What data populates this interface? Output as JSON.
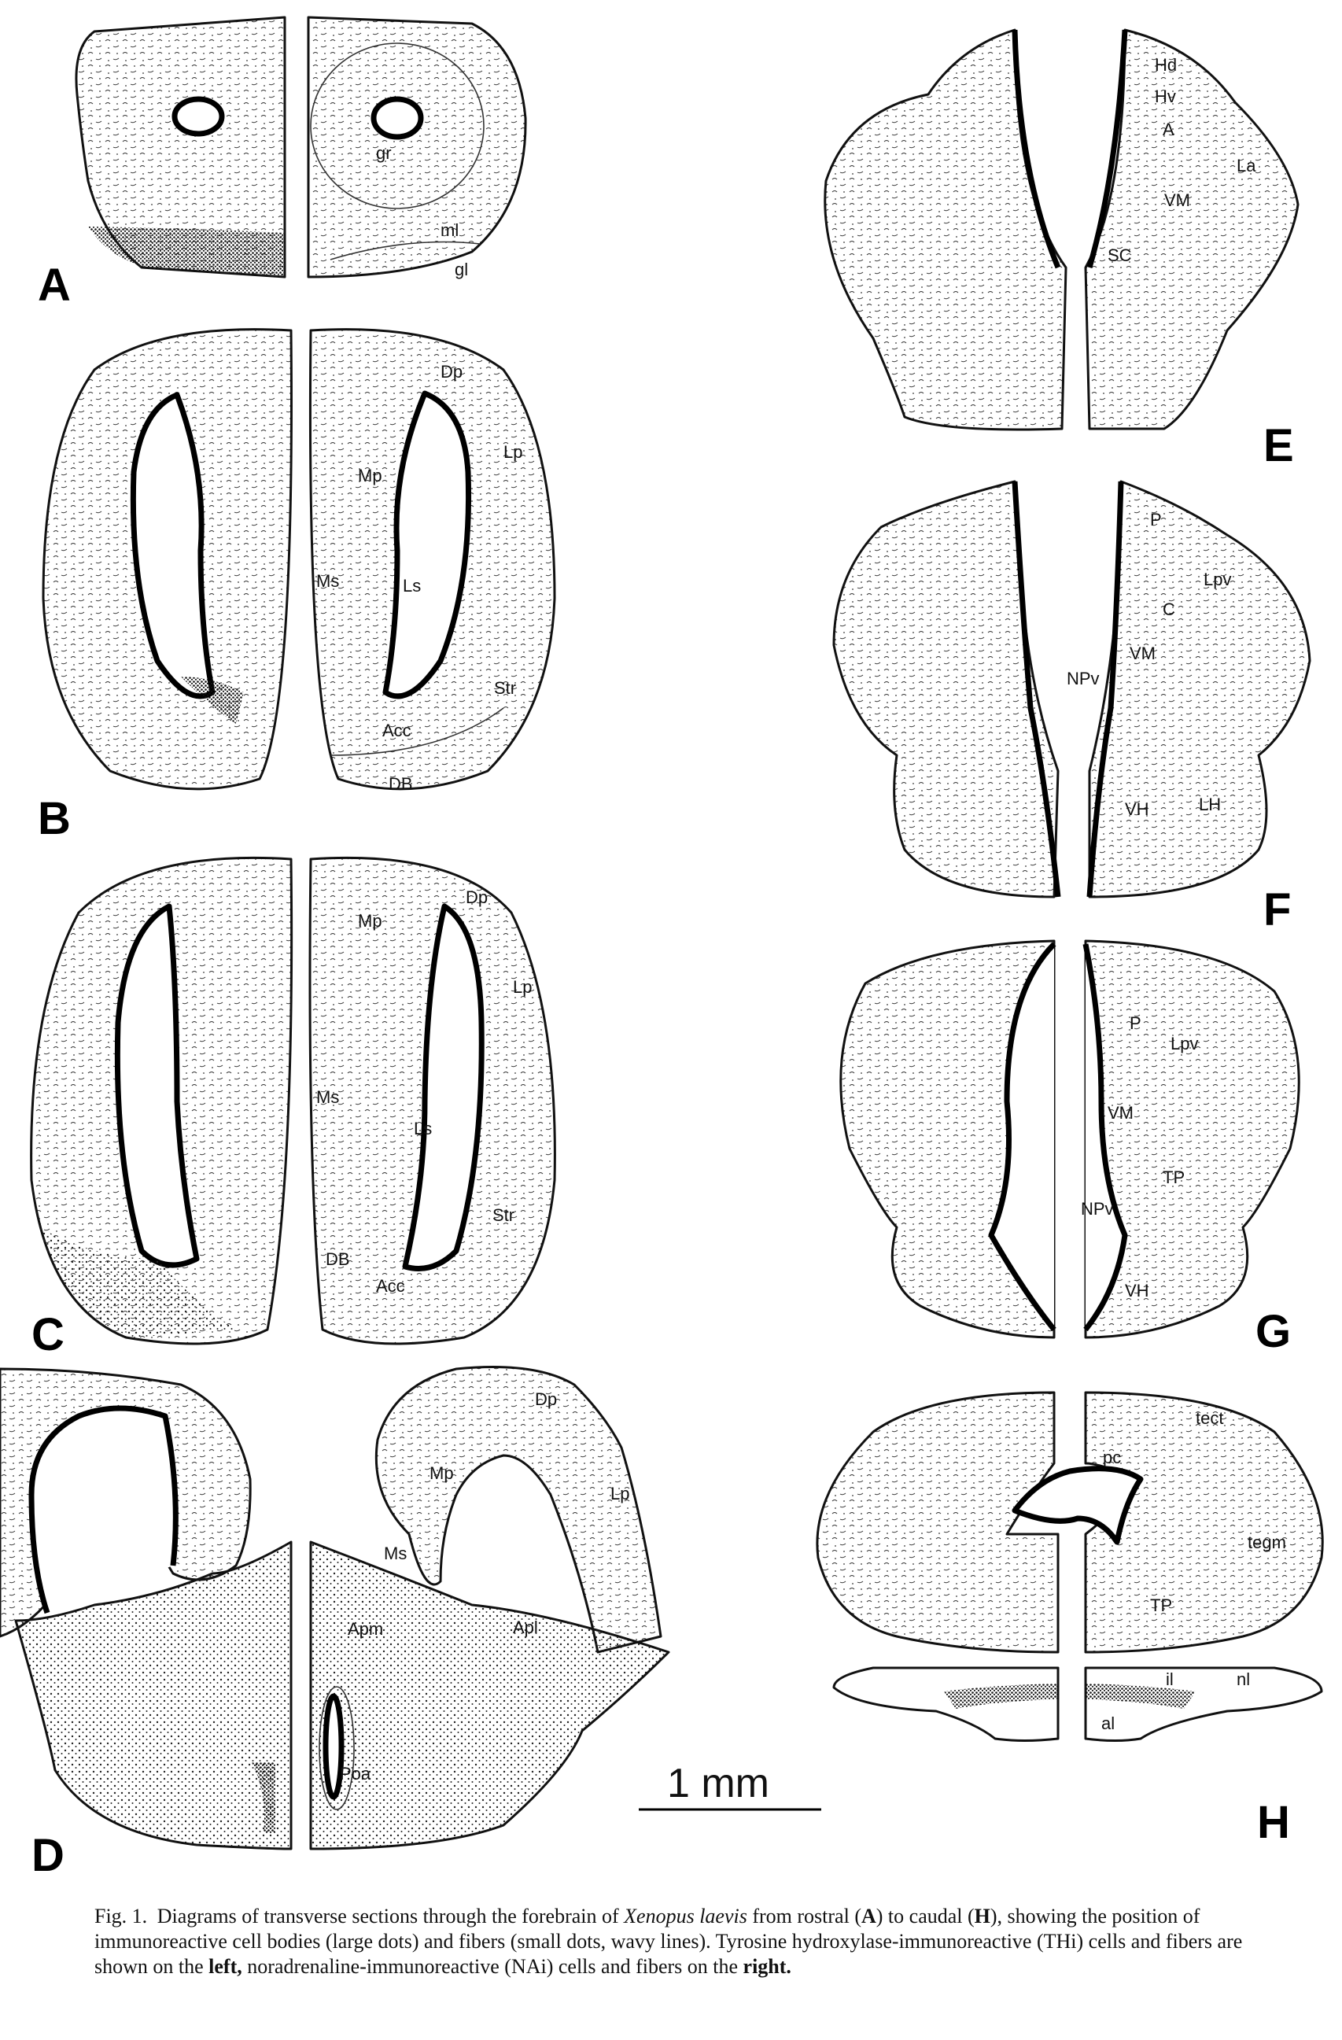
{
  "panels": {
    "A": {
      "letter": "A",
      "labels": {
        "gr": "gr",
        "ml": "ml",
        "gl": "gl"
      }
    },
    "B": {
      "letter": "B",
      "labels": {
        "Dp": "Dp",
        "Mp": "Mp",
        "Lp": "Lp",
        "Ms": "Ms",
        "Ls": "Ls",
        "Str": "Str",
        "Acc": "Acc",
        "DB": "DB"
      }
    },
    "C": {
      "letter": "C",
      "labels": {
        "Dp": "Dp",
        "Mp": "Mp",
        "Lp": "Lp",
        "Ms": "Ms",
        "Ls": "Ls",
        "Str": "Str",
        "DB": "DB",
        "Acc": "Acc"
      }
    },
    "D": {
      "letter": "D",
      "labels": {
        "Dp": "Dp",
        "Mp": "Mp",
        "Lp": "Lp",
        "Ms": "Ms",
        "Apm": "Apm",
        "Apl": "Apl",
        "Poa": "Poa"
      }
    },
    "E": {
      "letter": "E",
      "labels": {
        "Hd": "Hd",
        "Hv": "Hv",
        "A": "A",
        "La": "La",
        "VM": "VM",
        "SC": "SC"
      }
    },
    "F": {
      "letter": "F",
      "labels": {
        "P": "P",
        "Lpv": "Lpv",
        "C": "C",
        "VM": "VM",
        "NPv": "NPv",
        "VH": "VH",
        "LH": "LH"
      }
    },
    "G": {
      "letter": "G",
      "labels": {
        "P": "P",
        "Lpv": "Lpv",
        "VM": "VM",
        "TP": "TP",
        "NPv": "NPv",
        "VH": "VH"
      }
    },
    "H": {
      "letter": "H",
      "labels": {
        "tect": "tect",
        "pc": "pc",
        "tegm": "tegm",
        "TP": "TP",
        "il": "il",
        "nl": "nl",
        "al": "al"
      }
    }
  },
  "scale_bar": {
    "label": "1 mm"
  },
  "caption": {
    "label": "Fig. 1.",
    "part1": "Diagrams of transverse sections through the forebrain of ",
    "species": "Xenopus laevis",
    "part2": " from rostral (",
    "rostral": "A",
    "part3": ") to caudal (",
    "caudal": "H",
    "part4": "), showing the position of immunoreactive cell bodies (large dots) and fibers (small dots, wavy lines). Tyrosine hydroxylase-immunoreactive (THi) cells and fibers are shown on the ",
    "left": "left,",
    "part5": " noradrenaline-immunoreactive (NAi) cells and fibers on the ",
    "right": "right."
  }
}
